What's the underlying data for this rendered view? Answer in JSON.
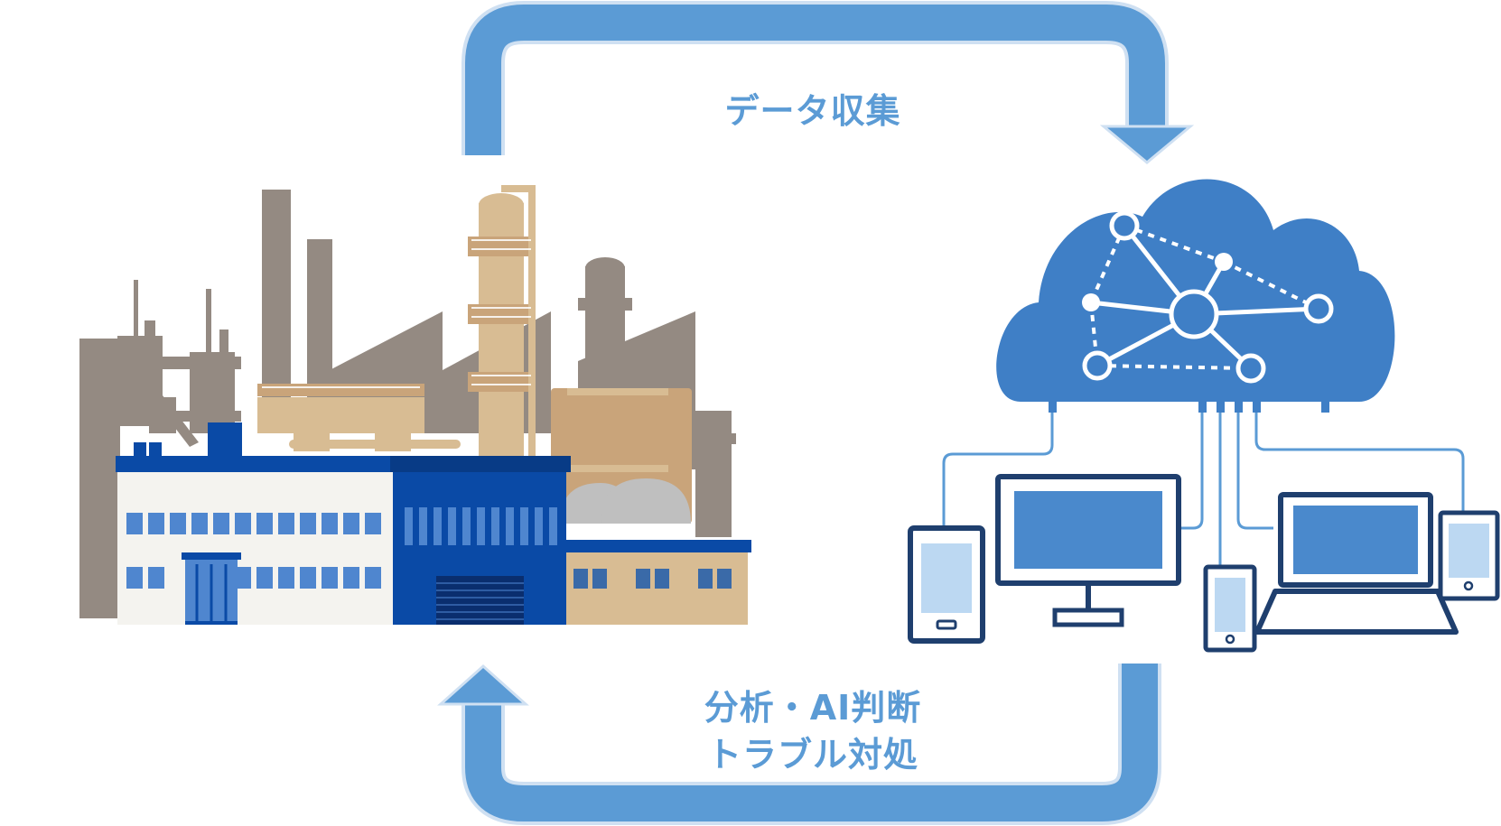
{
  "labels": {
    "collect": "データ収集",
    "analyze_line1": "分析・AI判断",
    "analyze_line2": "トラブル対処"
  },
  "colors": {
    "arrow": "#5b9bd5",
    "arrow_edge": "#cfe0f2",
    "label": "#5b9bd5",
    "cloud": "#3f7fc6",
    "device_frame": "#1f3f6e",
    "device_screen": "#4a89cc",
    "device_screen_light": "#bcd8f2",
    "factory_gray": "#948a82",
    "factory_tan": "#d8bc93",
    "factory_tan_dark": "#c9a47a",
    "factory_blue": "#0a4aa6",
    "factory_white": "#f4f3ef",
    "window_blue": "#4f86cf"
  },
  "icons": [
    "factory-icon",
    "cloud-network-icon",
    "tablet-icon",
    "monitor-icon",
    "smartphone-icon",
    "laptop-icon"
  ]
}
